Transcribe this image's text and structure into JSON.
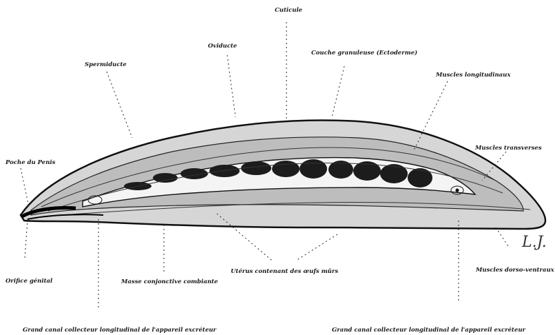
{
  "labels": {
    "cuticule": "Cuticule",
    "oviducte": "Oviducte",
    "couche_granuleuse": "Couche granuleuse (Ectoderme)",
    "spermiducte": "Spermiducte",
    "muscles_longitudinaux": "Muscles longitudinaux",
    "muscles_transverses": "Muscles transverses",
    "poche_penis": "Poche du Penis",
    "muscles_dorso_ventraux": "Muscles dorso-ventraux",
    "uterus": "Utérus contenant des œufs mûrs",
    "orifice_genital": "Orifice génital",
    "masse_conjonctive": "Masse conjonctive combiante",
    "grand_canal_left": "Grand canal collecteur longitudinal de l'appareil excréteur",
    "grand_canal_right": "Grand canal collecteur longitudinal de l'appareil excréteur"
  },
  "signature": "L.J."
}
